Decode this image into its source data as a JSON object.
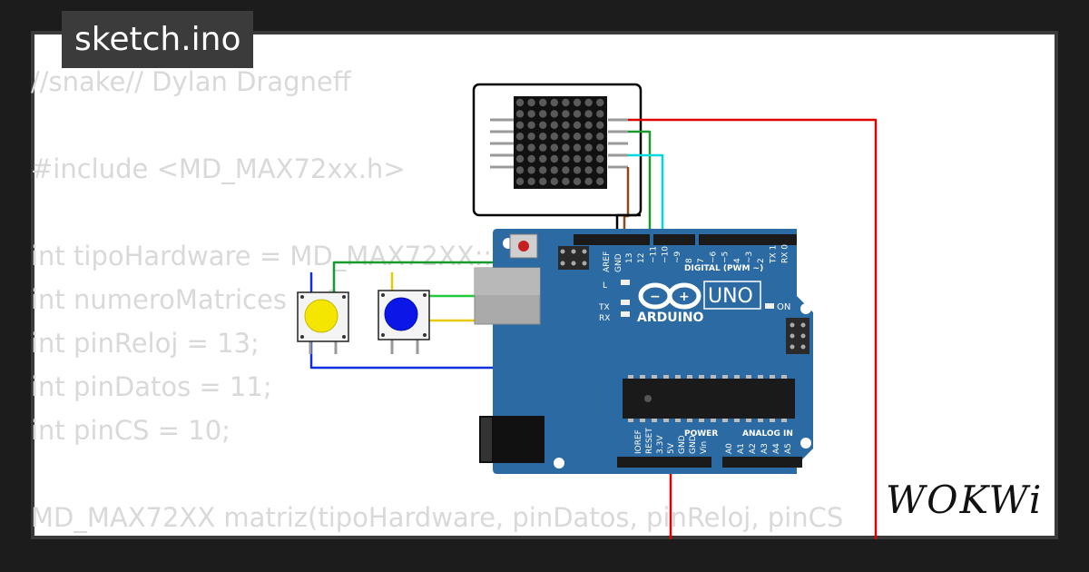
{
  "tab": {
    "title": "sketch.ino"
  },
  "code": {
    "lines": [
      "//snake// Dylan Dragneff",
      "",
      "#include <MD_MAX72xx.h>",
      "",
      "int tipoHardware = MD_MAX72XX::PAROLA_HW;",
      "int numeroMatrices = 1;",
      "int pinReloj = 13;",
      "int pinDatos = 11;",
      "int pinCS = 10;",
      "",
      "MD_MAX72XX matriz(tipoHardware, pinDatos, pinReloj, pinCS"
    ]
  },
  "board": {
    "brand": "ARDUINO",
    "model": "UNO",
    "on_label": "ON",
    "digital_label": "DIGITAL (PWM ~)",
    "power_label": "POWER",
    "analog_label": "ANALOG IN",
    "aref": "AREF",
    "gnd": "GND",
    "tx": "TX",
    "rx": "RX",
    "led_l": "L",
    "digital_pins": [
      "13",
      "12",
      "~11",
      "~10",
      "~9",
      "8",
      "7",
      "~6",
      "~5",
      "4",
      "~3",
      "2",
      "TX 1",
      "RX 0"
    ],
    "power_pins": [
      "IOREF",
      "RESET",
      "3.3V",
      "5V",
      "GND",
      "GND",
      "Vin"
    ],
    "analog_pins": [
      "A0",
      "A1",
      "A2",
      "A3",
      "A4",
      "A5"
    ]
  },
  "buttons": [
    {
      "color": "#f5e600"
    },
    {
      "color": "#0a17e6"
    }
  ],
  "wires": {
    "red": "#e00000",
    "green": "#1a9a2a",
    "cyan": "#00d8e0",
    "brown": "#8b4a1a",
    "yellow": "#e8c800",
    "blue": "#1030e0",
    "lime": "#22c93a"
  },
  "logo": {
    "text": "WOKWi"
  }
}
